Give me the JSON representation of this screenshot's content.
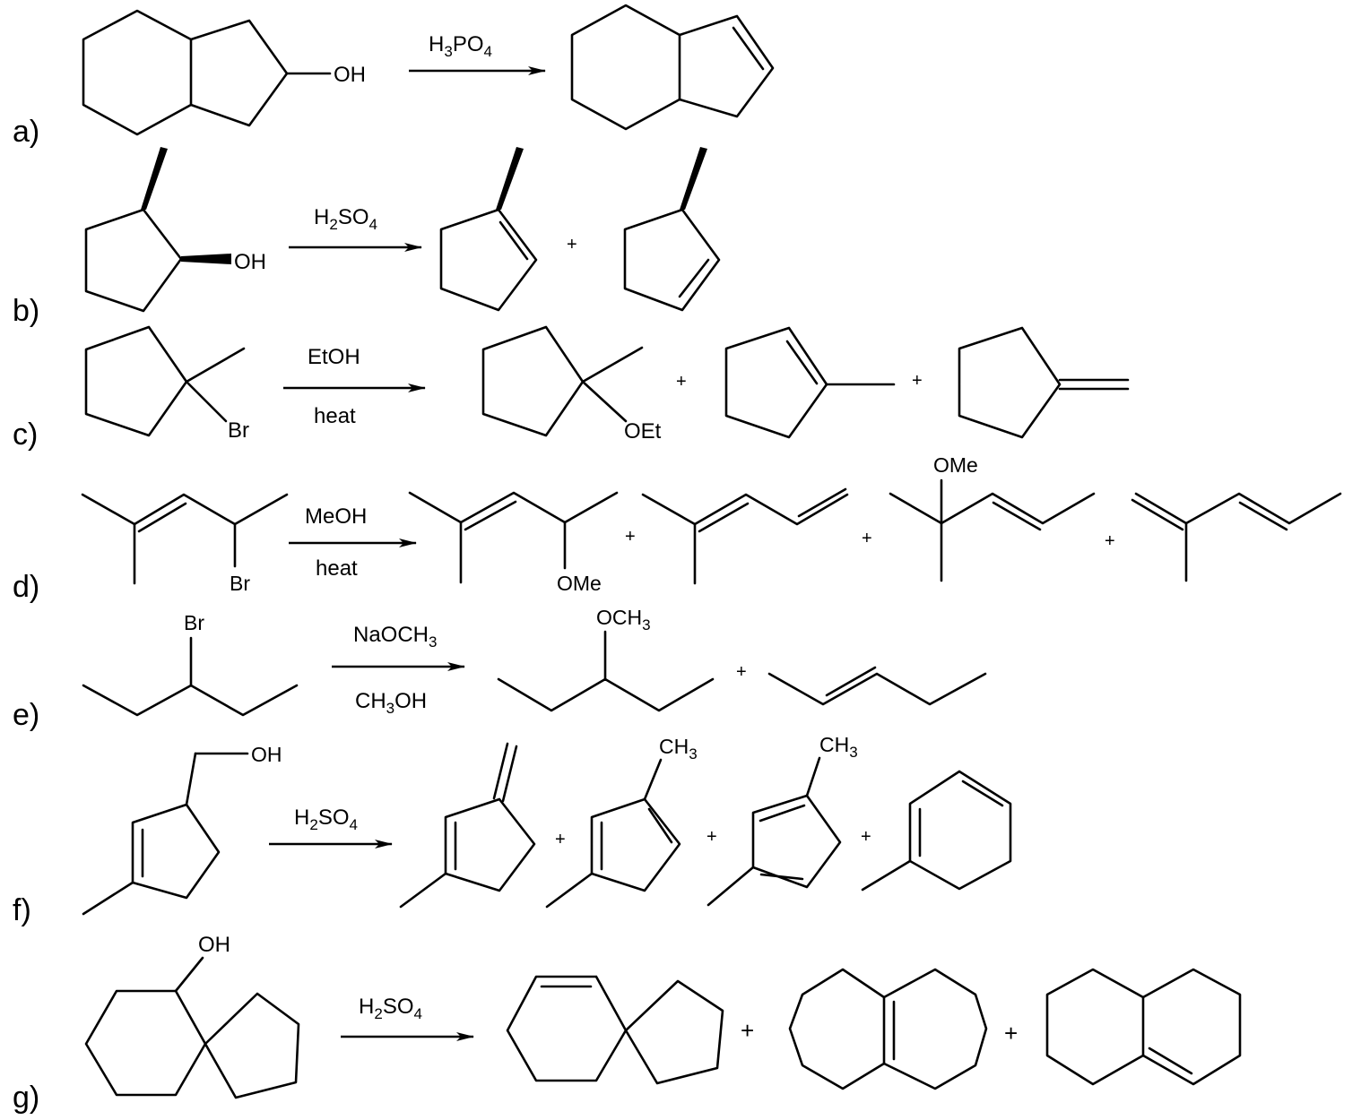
{
  "reactions": [
    {
      "label": "a)",
      "reagent_above": "H3PO4",
      "reagent_below": "",
      "substrate_groups": [
        "OH"
      ],
      "products": 1
    },
    {
      "label": "b)",
      "reagent_above": "H2SO4",
      "reagent_below": "",
      "substrate_groups": [
        "OH"
      ],
      "products": 2
    },
    {
      "label": "c)",
      "reagent_above": "EtOH",
      "reagent_below": "heat",
      "substrate_groups": [
        "Br"
      ],
      "product_groups": [
        "OEt"
      ],
      "products": 3
    },
    {
      "label": "d)",
      "reagent_above": "MeOH",
      "reagent_below": "heat",
      "substrate_groups": [
        "Br"
      ],
      "product_groups": [
        "OMe",
        "OMe"
      ],
      "products": 4
    },
    {
      "label": "e)",
      "reagent_above": "NaOCH3",
      "reagent_below": "CH3OH",
      "substrate_groups": [
        "Br"
      ],
      "product_groups": [
        "OCH3"
      ],
      "products": 2
    },
    {
      "label": "f)",
      "reagent_above": "H2SO4",
      "reagent_below": "",
      "substrate_groups": [
        "OH"
      ],
      "product_groups": [
        "CH3",
        "CH3"
      ],
      "products": 4
    },
    {
      "label": "g)",
      "reagent_above": "H2SO4",
      "reagent_below": "",
      "substrate_groups": [
        "OH"
      ],
      "products": 3
    }
  ],
  "plus_sign": "+",
  "text": {
    "lbl_a": "a)",
    "lbl_b": "b)",
    "lbl_c": "c)",
    "lbl_d": "d)",
    "lbl_e": "e)",
    "lbl_f": "f)",
    "lbl_g": "g)",
    "oh": "OH",
    "br": "Br",
    "oet": "OEt",
    "ome": "OMe",
    "och": "OCH",
    "ch": "CH",
    "h": "H",
    "po": "PO",
    "so": "SO",
    "sub2": "2",
    "sub3": "3",
    "sub4": "4",
    "etoh": "EtOH",
    "meoh": "MeOH",
    "heat": "heat",
    "naoch": "NaOCH",
    "ch3oh_pre": "CH",
    "ch3oh_post": "OH",
    "plus": "+"
  }
}
